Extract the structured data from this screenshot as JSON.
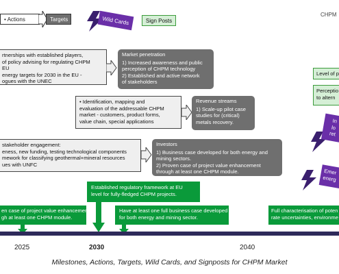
{
  "legend": {
    "actions": "Actions",
    "targets": "Targets",
    "wild_cards": "Wild Cards",
    "sign_posts": "Sign Posts"
  },
  "top_right_label": "CHPM",
  "actions": [
    {
      "lines": [
        "rtnerships with established players,",
        "of policy advising for regulating CHPM",
        "EU",
        "energy targets for 2030 in the EU -",
        "ogues with the UNEC"
      ]
    },
    {
      "lines": [
        "•  Identification, mapping and",
        "   evaluation of the addressable CHPM",
        "   market - customers, product forms,",
        "   value chain, special applications"
      ]
    },
    {
      "lines": [
        "stakeholder engagement:",
        "eness, new funding, testing technological components",
        "mework for classifying geothermal+mineral resources",
        "ues with UNFC"
      ]
    }
  ],
  "targets": [
    {
      "title": "Market penetration",
      "items": [
        "1)   Increased awareness and public",
        "      perception of CHPM technology",
        "2)   Established and active network",
        "      of stakeholders"
      ]
    },
    {
      "title": "Revenue streams",
      "items": [
        "1)   Scale-up pilot case",
        "      studies for (critical)",
        "      metals recovery."
      ]
    },
    {
      "title": "Investors",
      "items": [
        "1)   Business case developed for both energy and",
        "      mining sectors.",
        "2)   Proven case of project value enhancement",
        "      through at least one CHPM module."
      ]
    }
  ],
  "signposts": [
    {
      "lines": [
        "Level of p"
      ]
    },
    {
      "lines": [
        "Perceptio",
        "to altern"
      ]
    }
  ],
  "wild_cards": [
    {
      "lines": [
        "In",
        "lo",
        "ret"
      ]
    },
    {
      "lines": [
        "Emer",
        "energ"
      ]
    }
  ],
  "milestones": [
    {
      "lines": [
        "Established regulatory framework at EU",
        "level for fully-fledged CHPM projects."
      ]
    },
    {
      "lines": [
        "en case of project value enhancement",
        "gh at least one CHPM module."
      ]
    },
    {
      "lines": [
        "Have at least one full business case developed",
        "for both energy and mining sector."
      ]
    },
    {
      "lines": [
        "Full characterisation of poten",
        "rate uncertainties, environme"
      ]
    }
  ],
  "timeline": {
    "ticks": [
      "2025",
      "2030",
      "2040"
    ]
  },
  "caption": "Milestones, Actions, Targets, Wild Cards, and Signposts for CHPM Market",
  "colors": {
    "action_fill": "#efefef",
    "target_fill": "#6f6f6f",
    "milestone_fill": "#0a9a3a",
    "signpost_fill": "#d5efd6",
    "wildcard_fill": "#6a2fa8",
    "timeline_bar": "#2e2a5a",
    "lightning": "#3a1f6e"
  }
}
